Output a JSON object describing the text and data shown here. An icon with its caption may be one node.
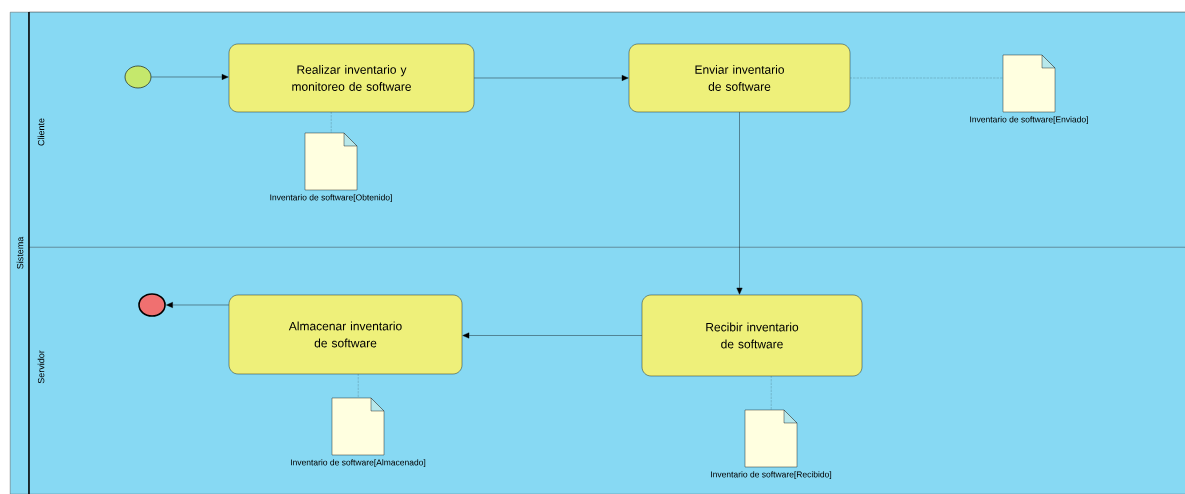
{
  "diagram": {
    "nodes": [
      {
        "text": [
          "Sistema"
        ]
      },
      {
        "text": [
          "Cliente"
        ],
        "in": 0
      },
      {
        "text": [
          "Servidor"
        ],
        "in": 0
      },
      {
        "text": [],
        "shape": "circle",
        "in": 1
      },
      {
        "text": [
          "Realizar inventario y monitoreo de software"
        ],
        "in": 1
      },
      {
        "text": [
          "Enviar inventario de software"
        ],
        "in": 1
      },
      {
        "text": [
          "Inventario de software[Obtenido]"
        ],
        "in": 1
      },
      {
        "text": [
          "Inventario de software[Enviado]"
        ],
        "in": 1
      },
      {
        "text": [],
        "shape": "circle",
        "in": 2
      },
      {
        "text": [
          "Almacenar inventario de software"
        ],
        "in": 2
      },
      {
        "text": [
          "Recibir inventario de software"
        ],
        "in": 2
      },
      {
        "text": [
          "Inventario de software[Almacenado]"
        ],
        "in": 2
      },
      {
        "text": [
          "Inventario de software[Recibido]"
        ],
        "in": 2
      }
    ],
    "edges": [
      {
        "from": 3,
        "to": 4,
        "arrow": "to"
      },
      {
        "from": 4,
        "to": 5,
        "arrow": "to"
      },
      {
        "from": 4,
        "to": 6,
        "arrow": "none",
        "style": "dashed"
      },
      {
        "from": 5,
        "to": 7,
        "arrow": "none",
        "style": "dashed"
      },
      {
        "from": 5,
        "to": 10,
        "arrow": "to"
      },
      {
        "from": 10,
        "to": 9,
        "arrow": "to"
      },
      {
        "from": 9,
        "to": 8,
        "arrow": "to"
      },
      {
        "from": 9,
        "to": 11,
        "arrow": "none",
        "style": "dashed"
      },
      {
        "from": 10,
        "to": 12,
        "arrow": "none",
        "style": "dashed"
      }
    ]
  }
}
